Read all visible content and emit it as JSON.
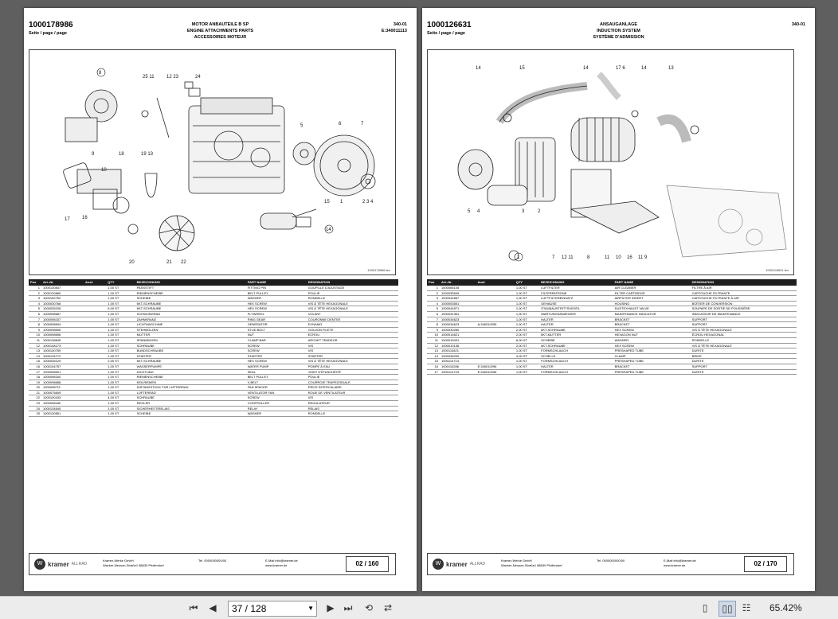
{
  "pages": [
    {
      "id": "1000178986",
      "sub": "Seite / page / page",
      "title": [
        "MOTOR ANBAUTEILE B SP",
        "ENGINE ATTACHMENTS PARTS",
        "ACCESSOIRES MOTEUR"
      ],
      "code": [
        "340-01",
        "E:340011113"
      ],
      "drawing_ref": "1000178986.tex",
      "callouts": [
        "8",
        "25 11",
        "12 23",
        "24",
        "9",
        "18",
        "19 13",
        "10",
        "5",
        "6",
        "7",
        "17",
        "16",
        "15",
        "1",
        "2 3 4",
        "20",
        "21",
        "22",
        "14"
      ],
      "headers": [
        "Pos",
        "Art.-Nr.",
        "Ausf.",
        "QTY",
        "BEZEICHNUNG",
        "PART NAME",
        "DESIGNATION"
      ],
      "rows": [
        [
          "1",
          "1000130847",
          "",
          "1,00 ST",
          "PASSSTIFT",
          "FITTING PIN",
          "GOUPILLE D'AJUSTAGE"
        ],
        [
          "2",
          "1000130880",
          "",
          "1,00 ST",
          "RIEMENSCHEIBE",
          "BELT PULLEY",
          "POULIE"
        ],
        [
          "3",
          "1000152752",
          "",
          "1,00 ST",
          "SCHEIBE",
          "WASHER",
          "RONDELLE"
        ],
        [
          "4",
          "1000030768",
          "",
          "1,00 ST",
          "6KT-SCHRAUBE",
          "HEX SCREW",
          "VIS À TÊTE HEXAGONALE"
        ],
        [
          "5",
          "1000035155",
          "",
          "6,00 ST",
          "6KT-SCHRAUBE",
          "HEX SCREW",
          "VIS À TÊTE HEXAGONALE"
        ],
        [
          "6",
          "1000098687",
          "",
          "1,00 ST",
          "SCHWUNGRAD",
          "FLYWHEEL",
          "VOLANT"
        ],
        [
          "7",
          "1000098157",
          "",
          "1,00 ST",
          "ZAHNKRANZ",
          "RING GEAR",
          "COURONNE DENTEE"
        ],
        [
          "8",
          "1000098694",
          "",
          "1,00 ST",
          "LICHTMASCHINE",
          "GENERATOR",
          "DYNAMO"
        ],
        [
          "9",
          "1000098695",
          "",
          "1,00 ST",
          "STEHBOLZEN",
          "STUD BOLT",
          "GOUJON FILETE"
        ],
        [
          "10",
          "1000098696",
          "",
          "1,00 ST",
          "MUTTER",
          "NUT",
          "ECROU"
        ],
        [
          "11",
          "1000138845",
          "",
          "1,00 ST",
          "SPANNBÜGEL",
          "CLAMP BAR",
          "ARCHET TENDEUR"
        ],
        [
          "12",
          "1000148173",
          "",
          "1,00 ST",
          "SCHRAUBE",
          "SCREW",
          "VIS"
        ],
        [
          "13",
          "1000130759",
          "",
          "1,00 ST",
          "BUNDSCHRAUBE",
          "SCREW",
          "VIS"
        ],
        [
          "14",
          "1000134772",
          "",
          "1,00 ST",
          "STARTER",
          "STARTER",
          "STARTER"
        ],
        [
          "15",
          "1000035129",
          "",
          "2,00 ST",
          "6KT-SCHRAUBE",
          "HEX SCREW",
          "VIS À TÊTE HEXAGONALE"
        ],
        [
          "16",
          "1000104757",
          "",
          "1,00 ST",
          "WASSERPUMPE",
          "WATER PUMP",
          "POMPE À EAU"
        ],
        [
          "17",
          "1000098691",
          "",
          "1,00 ST",
          "DICHTUNG",
          "SEAL",
          "JOINT D'ÉTANCHÉITÉ"
        ],
        [
          "18",
          "1000098160",
          "",
          "1,00 ST",
          "RIEMENSCHEIBE",
          "BELT PULLEY",
          "POULIE"
        ],
        [
          "19",
          "1000098688",
          "",
          "1,00 ST",
          "KEILRIEMEN",
          "V-BELT",
          "COURROIE TRAPEZOIDALE"
        ],
        [
          "20",
          "1000098711",
          "",
          "1,00 ST",
          "DISTANZSTÜCK FÜR LÜFTERRAD",
          "FAN SPACER",
          "PIÈCE INTERCALAIRE"
        ],
        [
          "21",
          "1000075609",
          "",
          "1,00 ST",
          "LÜFTERRAD",
          "VENTILATOR FAN",
          "ROUE DE VENTILATEUR"
        ],
        [
          "22",
          "1000100433",
          "",
          "4,00 ST",
          "SCHRAUBE",
          "SCREW",
          "VIS"
        ],
        [
          "23",
          "1000098180",
          "",
          "1,00 ST",
          "REGLER",
          "CONTROLLER",
          "REGULATEUR"
        ],
        [
          "24",
          "1000134545",
          "",
          "1,00 ST",
          "SICHERHEITSRELAIS",
          "RELAY",
          "RELAIS"
        ],
        [
          "25",
          "1000130851",
          "",
          "1,00 ST",
          "SCHEIBE",
          "WASHER",
          "RONDELLE"
        ]
      ],
      "footer": {
        "company": "Kramer-Werke GmbH",
        "street": "Wacker-Neuson-Straße1  88630 Pfullendorf",
        "tel": "Tel. 0000000000/00",
        "mail": "E-Mail info@kramer.de",
        "web": "www.kramer.de",
        "page": "02 / 160"
      }
    },
    {
      "id": "1000126631",
      "sub": "Seite / page / page",
      "title": [
        "ANSAUGANLAGE",
        "INDUCTION SYSTEM",
        "SYSTÈME D'ADMISSION"
      ],
      "code": [
        "340-01",
        ""
      ],
      "drawing_ref": "1000126631.tex",
      "callouts": [
        "14",
        "15",
        "14",
        "17 6",
        "14",
        "13",
        "5",
        "4",
        "3",
        "2",
        "1",
        "7",
        "12 11",
        "8",
        "11",
        "10",
        "16",
        "11 9"
      ],
      "headers": [
        "Pos",
        "Art.-Nr.",
        "Ausf.",
        "QTY",
        "BEZEICHNUNG",
        "PART NAME",
        "DESIGNATION"
      ],
      "rows": [
        [
          "1",
          "1000066108",
          "",
          "1,00 ST",
          "LUFTFILTER",
          "AIR CLEANER",
          "FILTRE À AIR"
        ],
        [
          "2",
          "1000035549",
          "",
          "1,00 ST",
          "FILTERPATRONE",
          "FILTER CARTRIDGE",
          "CARTOUCHE FILTRANTE"
        ],
        [
          "3",
          "1000044567",
          "",
          "1,00 ST",
          "LUFTFILTEREINSATZ",
          "AIRFILTER INSERT",
          "CARTOUCHE FILTRANTE À AIR"
        ],
        [
          "4",
          "1000053551",
          "",
          "1,00 ST",
          "GEHÄUSE",
          "HOUSING",
          "BOÎTIER DE CONVERSION"
        ],
        [
          "5",
          "1000044571",
          "",
          "1,00 ST",
          "STAUBAUSTRITTSVENTIL",
          "DUSTEXHAUST VALVE",
          "SOUPAPE DE SORTIE DE POUSSIÈRE"
        ],
        [
          "6",
          "1000031361",
          "",
          "1,00 ST",
          "WARTUNGSANZEIGER",
          "MAINTENANCE INDICATOR",
          "INDICATEUR DE MAINTENANCE"
        ],
        [
          "7",
          "1000034623",
          "",
          "1,00 ST",
          "HALTER",
          "BRACKET",
          "SUPPORT"
        ],
        [
          "8",
          "1000034623",
          "A:340010295",
          "1,00 ST",
          "HALTER",
          "BRACKET",
          "SUPPORT"
        ],
        [
          "9",
          "1000030280",
          "",
          "2,00 ST",
          "6KT-SCHRAUBE",
          "HEX SCREW",
          "VIS À TÊTE HEXAGONALE"
        ],
        [
          "10",
          "1000014621",
          "",
          "2,00 ST",
          "6KT-MUTTER",
          "HEXAGON NUT",
          "ÉCROU HEXAGONAL"
        ],
        [
          "11",
          "1000015431",
          "",
          "6,00 ST",
          "SCHEIBE",
          "WASHER",
          "RONDELLE"
        ],
        [
          "12",
          "1000010136",
          "",
          "2,00 ST",
          "6KT-SCHRAUBE",
          "HEX SCREW",
          "VIS À TÊTE HEXAGONALE"
        ],
        [
          "13",
          "1000114621",
          "",
          "1,00 ST",
          "FORMSCHLAUCH",
          "PRESHAPED TUBE",
          "DURITE"
        ],
        [
          "14",
          "1000036290",
          "",
          "4,00 ST",
          "SCHELLE",
          "CLAMP",
          "BRIDE"
        ],
        [
          "15",
          "1000114714",
          "",
          "1,00 ST",
          "FORMSCHLAUCH",
          "PRESHAPED TUBE",
          "DURITE"
        ],
        [
          "16",
          "1000110286",
          "E:340010296",
          "1,00 ST",
          "HALTER",
          "BRACKET",
          "SUPPORT"
        ],
        [
          "17",
          "1000114743",
          "E:340010296",
          "1,00 ST",
          "FORMSCHLAUCH",
          "PRESHAPED TUBE",
          "DURITE"
        ]
      ],
      "footer": {
        "company": "Kramer-Werke GmbH",
        "street": "Wacker-Neuson-Straße1  88630 Pfullendorf",
        "tel": "Tel. 0000000000/00",
        "mail": "E-Mail info@kramer.de",
        "web": "www.kramer.de",
        "page": "02 / 170"
      }
    }
  ],
  "logo": {
    "brand": "kramer",
    "sub": "ALLRAD",
    "mark": "W"
  },
  "toolbar": {
    "page_indicator": "37 / 128",
    "zoom": "65.42%",
    "icons": [
      "first-page-icon",
      "prev-page-icon",
      "next-page-icon",
      "last-page-icon",
      "rotate-icon",
      "reflow-icon",
      "single-page-icon",
      "continuous-icon",
      "two-page-icon",
      "two-page-continuous-icon"
    ]
  }
}
